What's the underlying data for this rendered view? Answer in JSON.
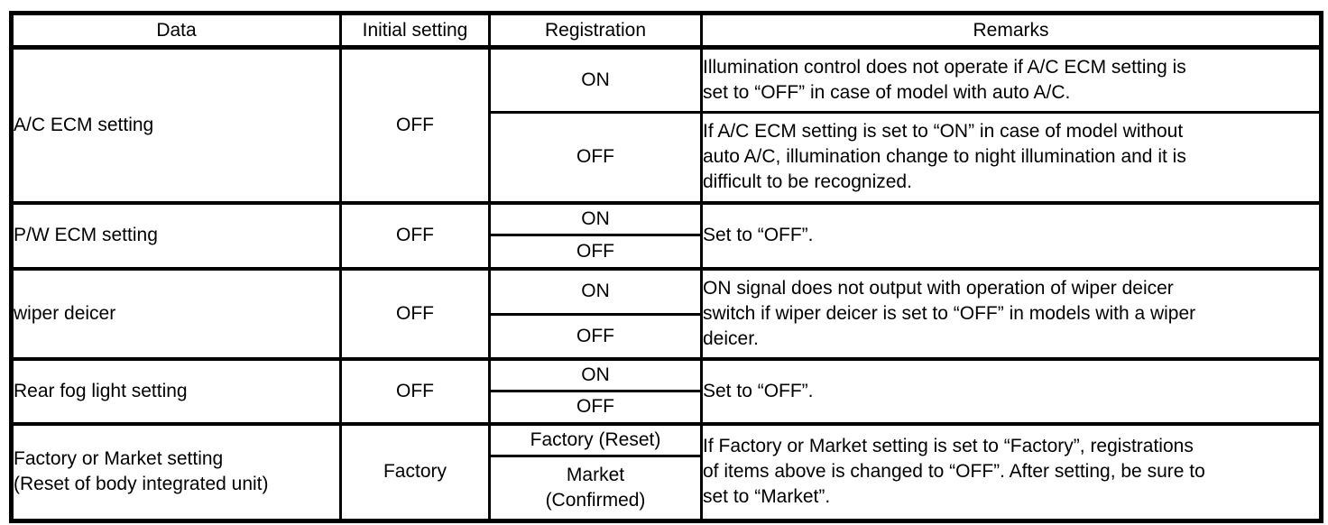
{
  "table": {
    "headers": [
      "Data",
      "Initial setting",
      "Registration",
      "Remarks"
    ],
    "groups": [
      {
        "data": "A/C ECM setting",
        "initial": "OFF",
        "rows": [
          {
            "registration": "ON",
            "remarks": "Illumination control does not operate if A/C ECM setting is\nset to “OFF” in case of model with auto A/C."
          },
          {
            "registration": "OFF",
            "remarks": "If A/C ECM setting is set to “ON” in case of model without\nauto A/C, illumination change to night illumination and it is\ndifficult to be recognized."
          }
        ]
      },
      {
        "data": "P/W ECM setting",
        "initial": "OFF",
        "registrations": [
          "ON",
          "OFF"
        ],
        "remarks": "Set to “OFF”."
      },
      {
        "data": "wiper deicer",
        "initial": "OFF",
        "registrations": [
          "ON",
          "OFF"
        ],
        "remarks": "ON signal does not output with operation of wiper deicer\nswitch if wiper deicer is set to “OFF” in models with a wiper\ndeicer."
      },
      {
        "data": "Rear fog light setting",
        "initial": "OFF",
        "registrations": [
          "ON",
          "OFF"
        ],
        "remarks": "Set to “OFF”."
      },
      {
        "data": "Factory or Market setting\n(Reset of body integrated unit)",
        "initial": "Factory",
        "registrations": [
          "Factory (Reset)",
          "Market\n(Confirmed)"
        ],
        "remarks": "If Factory or Market setting is set to “Factory”, registrations\nof items above is changed to “OFF”. After setting, be sure to\nset to “Market”."
      }
    ]
  }
}
